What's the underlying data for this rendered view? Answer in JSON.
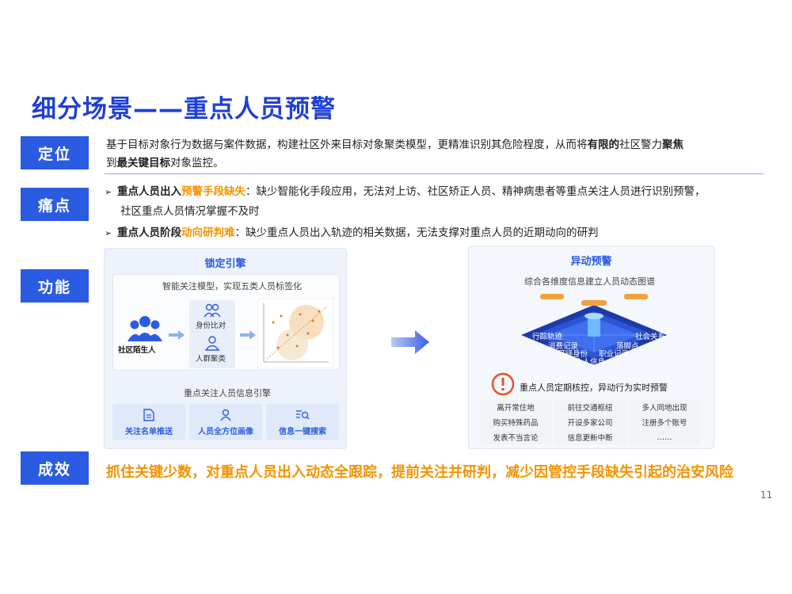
{
  "title": "细分场景——重点人员预警",
  "tags": {
    "positioning": "定位",
    "pain": "痛点",
    "function": "功能",
    "result": "成效"
  },
  "positioning": {
    "line1_a": "基于目标对象行为数据与案件数据，构建社区外来目标对象聚类模型，更精准识别其危险程度，从而将",
    "line1_b": "有限的",
    "line1_c": "社区警力",
    "line1_d": "聚焦",
    "line2_a": "到",
    "line2_b": "最关键目标",
    "line2_c": "对象监控。"
  },
  "pain": {
    "p1_head": "重点人员出入",
    "p1_hl": "预警手段缺失",
    "p1_text": "：缺少智能化手段应用，无法对上访、社区矫正人员、精神病患者等重点关注人员进行识别预警，",
    "p1_text2": "社区重点人员情况掌握不及时",
    "p2_head": "重点人员阶段",
    "p2_hl": "动向研判难",
    "p2_text": "：缺少重点人员出入轨迹的相关数据，无法支撑对重点人员的近期动向的研判"
  },
  "lock_engine": {
    "title": "锁定引擎",
    "subtitle": "智能关注模型，实现五类人员标签化",
    "crowd_label": "社区陌生人",
    "id_compare": "身份比对",
    "group_cluster": "人群聚类",
    "info_engine": "重点关注人员信息引擎",
    "cards": [
      "关注名单推送",
      "人员全方位画像",
      "信息一键搜索"
    ]
  },
  "alert": {
    "title": "异动预警",
    "subtitle": "综合各维度信息建立人员动态图谱",
    "map_labels": [
      "行踪轨迹",
      "消费记录",
      "社会关系",
      "可疑身份",
      "落脚点",
      "职业记录",
      "个人信息"
    ],
    "warn_text": "重点人员定期核控，异动行为实时预警",
    "grid": [
      "离开常住地",
      "前往交通枢纽",
      "多人同地出现",
      "购买特殊药品",
      "开设多家公司",
      "注册多个账号",
      "发表不当言论",
      "信息更新中断",
      "……"
    ]
  },
  "result_text": "抓住关键少数，对重点人员出入动态全跟踪，提前关注并研判，减少因管控手段缺失引起的治安风险",
  "page_number": "11",
  "colors": {
    "accent": "#2b5be0",
    "title": "#1f3fd8",
    "highlight": "#f39400",
    "warn": "#e8522a"
  }
}
